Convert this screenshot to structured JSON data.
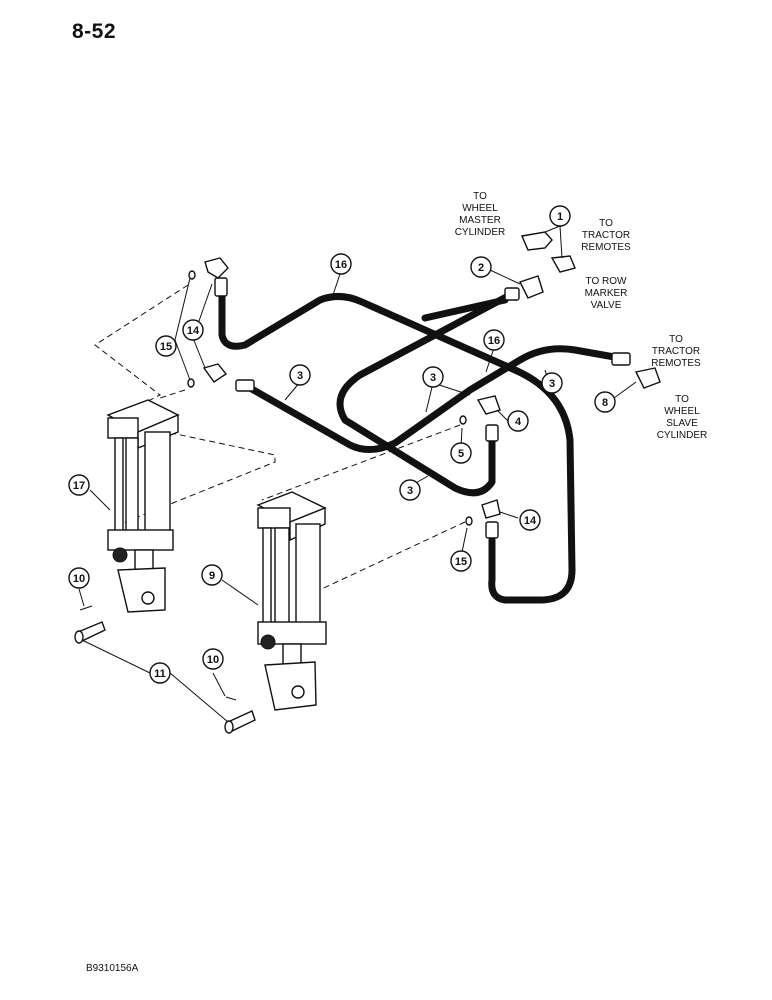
{
  "page_number": "8-52",
  "figure_code": "B9310156A",
  "notes": {
    "to_wheel_master_cylinder": [
      "TO",
      "WHEEL",
      "MASTER",
      "CYLINDER"
    ],
    "to_tractor_remotes_1": [
      "TO",
      "TRACTOR",
      "REMOTES"
    ],
    "to_row_marker_valve": [
      "TO ROW",
      "MARKER",
      "VALVE"
    ],
    "to_tractor_remotes_2": [
      "TO",
      "TRACTOR",
      "REMOTES"
    ],
    "to_wheel_slave_cylinder": [
      "TO",
      "WHEEL",
      "SLAVE",
      "CYLINDER"
    ]
  },
  "callouts": [
    "1",
    "2",
    "16",
    "14",
    "15",
    "3",
    "16",
    "3",
    "3",
    "8",
    "4",
    "5",
    "3",
    "17",
    "14",
    "15",
    "10",
    "9",
    "11",
    "10"
  ],
  "colors": {
    "ink": "#111111",
    "paper": "#ffffff"
  }
}
